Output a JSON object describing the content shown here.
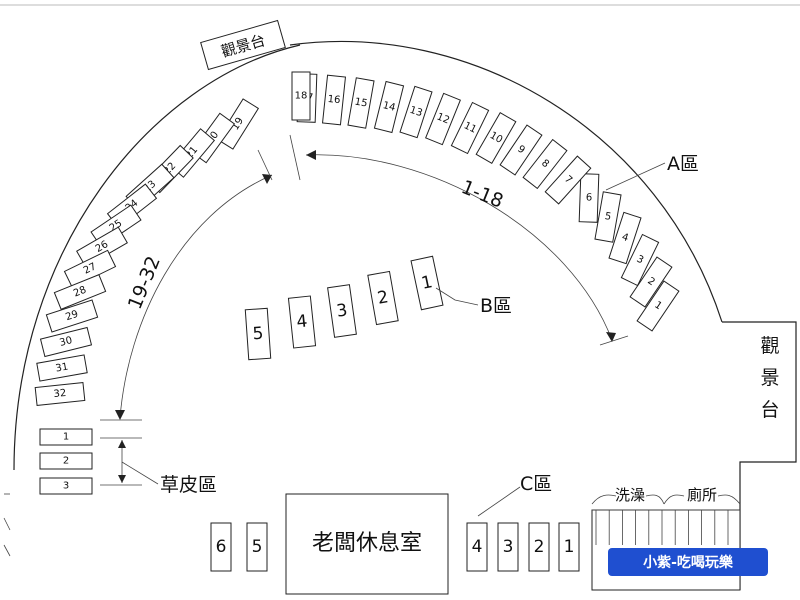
{
  "zones": {
    "a_label": "A區",
    "b_label": "B區",
    "c_label": "C區",
    "grass_label": "草皮區",
    "range_1_18": "1-18",
    "range_19_32": "19-32"
  },
  "facilities": {
    "viewing_deck_top": "觀景台",
    "viewing_deck_right": "觀景台",
    "owner_lounge": "老闆休息室",
    "shower": "洗澡",
    "toilet": "廁所"
  },
  "a_sites": [
    "1",
    "2",
    "3",
    "4",
    "5",
    "6",
    "7",
    "8",
    "9",
    "10",
    "11",
    "12",
    "13",
    "14",
    "15",
    "16",
    "17",
    "18"
  ],
  "outer_sites": [
    "19",
    "20",
    "21",
    "22",
    "23",
    "24",
    "25",
    "26",
    "27",
    "28",
    "29",
    "30",
    "31",
    "32"
  ],
  "grass_sites": [
    "1",
    "2",
    "3"
  ],
  "b_sites": [
    "1",
    "2",
    "3",
    "4",
    "5"
  ],
  "c_sites": [
    "1",
    "2",
    "3",
    "4"
  ],
  "left_sites": [
    "5",
    "6"
  ],
  "watermark": "小紫-吃喝玩樂",
  "colors": {
    "line": "#222222",
    "watermark_bg": "#1f4fd0"
  }
}
